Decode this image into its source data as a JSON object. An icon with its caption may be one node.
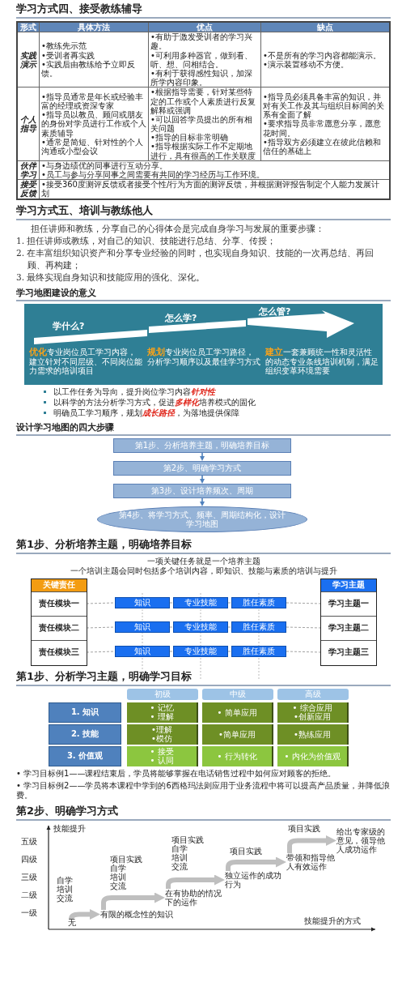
{
  "diagram": {
    "nodes": [
      {
        "text": [
          "学什么?",
          "怎么学?",
          "怎么管?",
          "**优化**专业岗位员工学习内容，建立针对不同层级、不同岗位能力需求的培训项目",
          "**规划**专业岗位员工学习路径，分析学习顺序以及最佳学习方式",
          "**建立**一套兼顾统一性和灵活性的动态专业条线培训机制，满足组织变革环境需要"
        ]
      },
      {
        "text": [
          "第1步、分析培养主题，明确培养目标"
        ]
      },
      {
        "text": [
          "第2步、明确学习方式"
        ]
      },
      {
        "text": [
          "第3步、设计培养频次、周期"
        ]
      },
      {
        "text": [
          "第4步、将学习方式、频率、周期结构化，设计学习地图"
        ]
      },
      {
        "text": [
          "关键责任"
        ]
      },
      {
        "text": [
          "责任模块一"
        ],
        "in": 5
      },
      {
        "text": [
          "责任模块二"
        ],
        "in": 5
      },
      {
        "text": [
          "责任模块三"
        ],
        "in": 5
      },
      {
        "text": [
          "学习主题"
        ]
      },
      {
        "text": [
          "学习主题一"
        ],
        "in": 9
      },
      {
        "text": [
          "学习主题二"
        ],
        "in": 9
      },
      {
        "text": [
          "学习主题三"
        ],
        "in": 9
      },
      {
        "text": [
          "知识"
        ]
      },
      {
        "text": [
          "专业技能"
        ]
      },
      {
        "text": [
          "胜任素质"
        ]
      },
      {
        "text": [
          "知识"
        ]
      },
      {
        "text": [
          "专业技能"
        ]
      },
      {
        "text": [
          "胜任素质"
        ]
      },
      {
        "text": [
          "知识"
        ]
      },
      {
        "text": [
          "专业技能"
        ]
      },
      {
        "text": [
          "胜任素质"
        ]
      },
      {
        "text": [
          "初级"
        ]
      },
      {
        "text": [
          "中级"
        ]
      },
      {
        "text": [
          "高级"
        ]
      },
      {
        "text": [
          "1. 知识"
        ]
      },
      {
        "text": [
          "• 记忆",
          "• 理解"
        ]
      },
      {
        "text": [
          "• 简单应用"
        ]
      },
      {
        "text": [
          "• 综合应用",
          "•创新应用"
        ]
      },
      {
        "text": [
          "2. 技能"
        ]
      },
      {
        "text": [
          "•理解",
          "•模仿"
        ]
      },
      {
        "text": [
          "•简单应用"
        ]
      },
      {
        "text": [
          "•熟练应用"
        ]
      },
      {
        "text": [
          "3. 价值观"
        ]
      },
      {
        "text": [
          "• 接受",
          "• 认同"
        ]
      },
      {
        "text": [
          "• 行为转化"
        ]
      },
      {
        "text": [
          "• 内化为价值观"
        ]
      },
      {
        "text": [
          "无"
        ]
      },
      {
        "text": [
          "有限的概念性的知识"
        ]
      },
      {
        "text": [
          "在有协助的情况下的运作"
        ]
      },
      {
        "text": [
          "独立运作的成功行为"
        ]
      },
      {
        "text": [
          "带领和指导他人有效运作"
        ]
      },
      {
        "text": [
          "给出专家级的意见，领导他人成功运作"
        ]
      }
    ],
    "edges": [
      {
        "from": 1,
        "to": 2,
        "arrow": "to",
        "color": "#4f81bd"
      },
      {
        "from": 2,
        "to": 3,
        "arrow": "to",
        "color": "#4f81bd"
      },
      {
        "from": 3,
        "to": 4,
        "arrow": "to",
        "color": "#4f81bd"
      },
      {
        "from": 6,
        "to": 13,
        "arrow": "none",
        "style": "dashed"
      },
      {
        "from": 13,
        "to": 14,
        "arrow": "none",
        "style": "dashed"
      },
      {
        "from": 14,
        "to": 15,
        "arrow": "none",
        "style": "dashed"
      },
      {
        "from": 15,
        "to": 10,
        "arrow": "none",
        "style": "dashed"
      },
      {
        "from": 7,
        "to": 16,
        "arrow": "none",
        "style": "dashed"
      },
      {
        "from": 16,
        "to": 17,
        "arrow": "none",
        "style": "dashed"
      },
      {
        "from": 17,
        "to": 18,
        "arrow": "none",
        "style": "dashed"
      },
      {
        "from": 18,
        "to": 11,
        "arrow": "none",
        "style": "dashed"
      },
      {
        "from": 8,
        "to": 19,
        "arrow": "none",
        "style": "dashed"
      },
      {
        "from": 19,
        "to": 20,
        "arrow": "none",
        "style": "dashed"
      },
      {
        "from": 20,
        "to": 21,
        "arrow": "none",
        "style": "dashed"
      },
      {
        "from": 21,
        "to": 12,
        "arrow": "none",
        "style": "dashed"
      },
      {
        "from": 37,
        "to": 38,
        "arrow": "to",
        "style": "thick",
        "color": "#bfbfbf"
      },
      {
        "from": 38,
        "to": 39,
        "arrow": "to",
        "style": "thick",
        "color": "#bfbfbf"
      },
      {
        "from": 39,
        "to": 40,
        "arrow": "to",
        "style": "thick",
        "color": "#bfbfbf"
      },
      {
        "from": 40,
        "to": 41,
        "arrow": "to",
        "style": "thick",
        "color": "#bfbfbf"
      },
      {
        "from": 41,
        "to": 42,
        "arrow": "to",
        "style": "thick",
        "color": "#bfbfbf"
      }
    ],
    "labels": [
      "学习方式四、接受教练辅导",
      "形式",
      "具体方法",
      "优点",
      "缺点",
      "实践演示",
      "•教练先示范 •受训者再实践 •实践后由教练给予立即反馈。",
      "•有助于激发受训者的学习兴趣。 •可利用多种器官，做到看、听、想、问相结合。 •有利于获得感性知识，加深所学内容印象。",
      "•不是所有的学习内容都能演示。 •演示装置移动不方便。",
      "个人指导",
      "•指导员通常是年长或经验丰富的经理或资深专家 •指导员以教员、顾问或朋友的身份对学员进行工作或个人素质辅导 •通常是简短、针对性的个人沟通或小型会议",
      "•根据指导需要，针对某些特定的工作或个人素质进行反复解释或强调 •可以回答学员提出的所有相关问题 •指导的目标非常明确 •指导根据实际工作不定期地进行，具有很高的工作关联度",
      "•指导员必须具备丰富的知识，并对有关工作及其与组织目标间的关系有全面了解 •要求指导员非常愿意分享，愿意花时间。 •指导双方必须建立在彼此信赖和信任的基础上",
      "伙伴学习",
      "•与身边绩优的同事进行互动分享。 •员工与参与分享同事之间需要有共同的学习经历与工作环境。",
      "接受反馈",
      "•接受360度测评反馈或者接受个性/行为方面的测评反馈，并根据测评报告制定个人能力发展计划",
      "学习方式五、培训与教练他人",
      "担任讲师和教练，分享自己的心得体会是完成自身学习与发展的重要步骤：",
      "1. 担任讲师或教练，对自己的知识、技能进行总结、分享、传授；",
      "2. 在丰富组织知识资产和分享专业经验的同时，也实现自身知识、技能的一次再总结、再回顾、再构建；",
      "3. 最终实现自身知识和技能应用的强化、深化。",
      "学习地图建设的意义",
      "以工作任务为导向，提升岗位学习内容**针对性**",
      "以科学的方法分析学习方式，促进**多样化**培养模式的固化",
      "明确员工学习顺序，规划**成长路径**，为落地提供保障",
      "设计学习地图的四大步骤",
      "第1步、分析培养主题，明确培养目标",
      "一项关键任务就是一个培养主题",
      "一个培训主题会同时包括多个培训内容，即知识、技能与素质的培训与提升",
      "第1步、分析学习主题，明确学习目标",
      "• 学习目标例1——课程结束后，学员将能够掌握在电话销售过程中如何应对顾客的拒绝。",
      "• 学习目标例2——学员将本课程中学到的6西格玛法则应用于业务流程中将可以提高产品质量，并降低浪费。",
      "第2步、明确学习方式",
      "技能提升",
      "五级",
      "四级",
      "三级",
      "二级",
      "一级",
      "自学",
      "培训",
      "交流",
      "项目实践",
      "自学",
      "培训",
      "交流",
      "项目实践",
      "自学",
      "培训",
      "交流",
      "项目实践",
      "项目实践",
      "技能提升的方式"
    ]
  }
}
